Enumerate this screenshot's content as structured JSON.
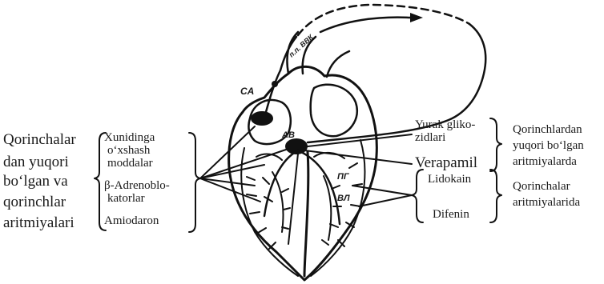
{
  "heart_labels": {
    "sa": "CA",
    "av": "AB",
    "bundle": "п.п. ВВК",
    "pg": "ПГ",
    "vl": "ВЛ"
  },
  "left_group": {
    "heading_lines": [
      "Qorinchalar",
      "dan yuqori",
      "bo‘lgan va",
      "qorinchlar",
      "aritmiyalari"
    ],
    "drugs": [
      [
        "Xunidinga",
        "o‘xshash",
        "moddalar"
      ],
      [
        "β-Adrenoblo-",
        "katorlar"
      ],
      [
        "Amiodaron"
      ]
    ]
  },
  "right_upper": {
    "drugs": [
      [
        "Yurak gliko-",
        "zidlari"
      ],
      [
        "Verapamil"
      ]
    ],
    "heading_lines": [
      "Qorinchlardan",
      "yuqori bo‘lgan",
      "aritmiyalarda"
    ]
  },
  "right_lower": {
    "drugs": [
      "Lidokain",
      "Difenin"
    ],
    "heading_lines": [
      "Qorinchalar",
      "aritmiyalarida"
    ]
  }
}
